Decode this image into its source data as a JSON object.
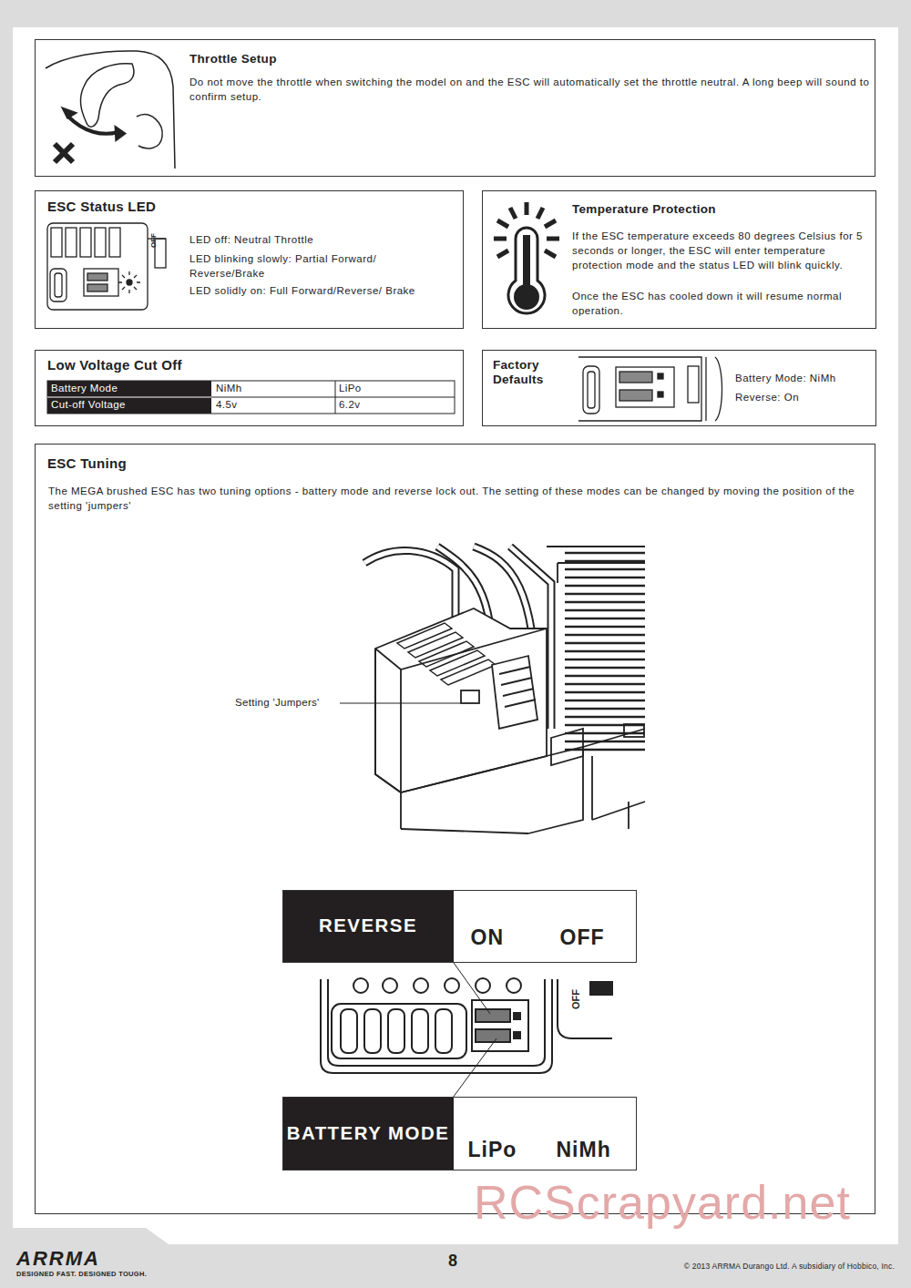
{
  "diagram": {
    "nodes": [
      {
        "text": [
          "Throttle Setup",
          "Do not move the throttle when switching the model on and the ESC will automatically set the throttle neutral. A long beep will sound to confirm setup."
        ]
      },
      {
        "text": [
          "ESC Status LED",
          "LED off: Neutral Throttle",
          "LED blinking slowly: Partial Forward/ Reverse/Brake",
          "LED solidly on: Full Forward/Reverse/ Brake"
        ]
      },
      {
        "text": [
          "Temperature Protection",
          "If the ESC temperature exceeds 80 degrees Celsius for 5 seconds or longer, the ESC will enter temperature protection mode and the status LED will blink quickly.",
          "Once the ESC has cooled down it will resume normal operation."
        ]
      },
      {
        "text": [
          "Low Voltage Cut Off"
        ]
      },
      {
        "text": [
          "Factory Defaults",
          "Battery Mode: NiMh",
          "Reverse: On"
        ]
      },
      {
        "text": [
          "ESC Tuning",
          "The MEGA brushed ESC has two tuning options - battery mode and reverse lock out. The setting of these modes can be changed by moving the position of the setting 'jumpers'"
        ]
      },
      {
        "text": [
          "REVERSE",
          "ON",
          "OFF"
        ],
        "in": 5
      },
      {
        "text": [
          "BATTERY MODE",
          "LiPo",
          "NiMh"
        ],
        "in": 5
      }
    ],
    "labels": [
      "Battery Mode",
      "Cut-off Voltage",
      "NiMh",
      "LiPo",
      "4.5v",
      "6.2v",
      "Setting 'Jumpers'",
      "OFF",
      "OFF",
      "ARRMA",
      "DESIGNED FAST. DESIGNED TOUGH.",
      "8",
      "© 2013 ARRMA Durango Ltd. A subsidiary of Hobbico, Inc.",
      "RCScrapyard.net"
    ]
  }
}
